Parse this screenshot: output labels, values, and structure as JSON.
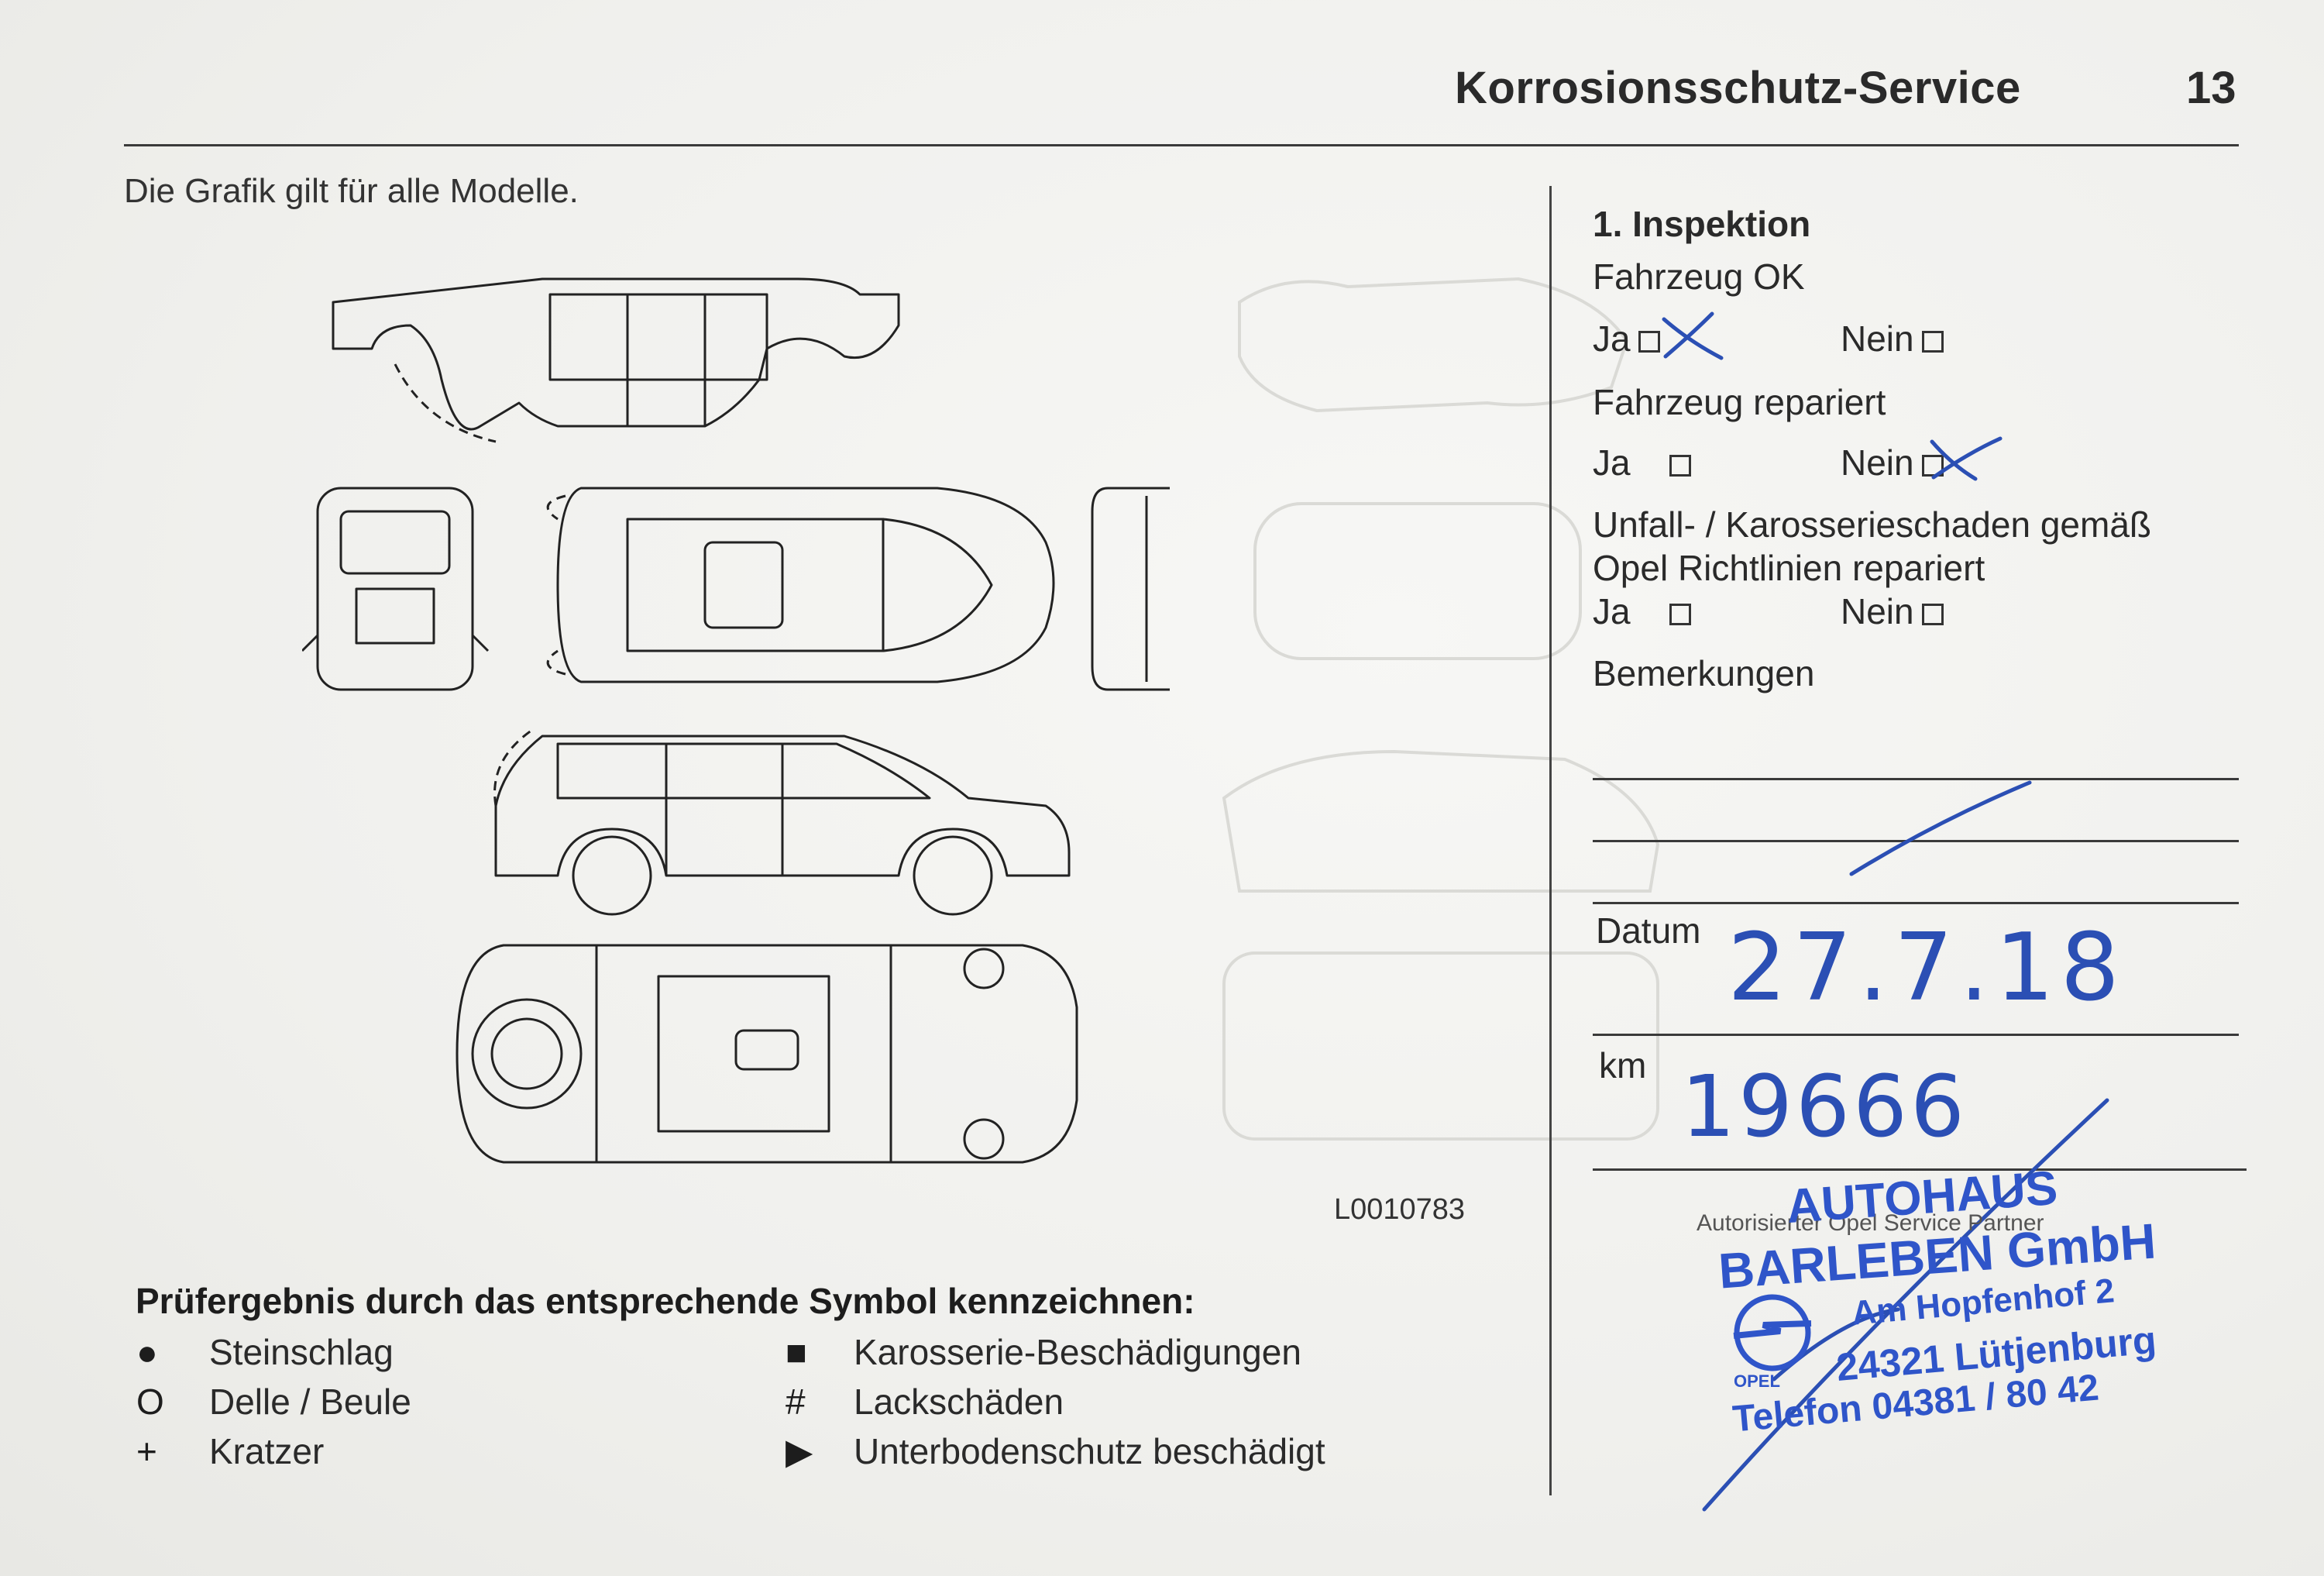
{
  "header": {
    "title": "Korrosionsschutz-Service",
    "page_number": "13"
  },
  "intro": "Die Grafik gilt für alle Modelle.",
  "drawing": {
    "code": "L0010783"
  },
  "inspection": {
    "title": "1. Inspektion",
    "fahrzeug_ok": {
      "label": "Fahrzeug OK",
      "ja": "Ja",
      "nein": "Nein",
      "checked": "ja"
    },
    "fahrzeug_repariert": {
      "label": "Fahrzeug repariert",
      "ja": "Ja",
      "nein": "Nein",
      "checked": "nein"
    },
    "unfall": {
      "label_line1": "Unfall- / Karosserieschaden gemäß",
      "label_line2": "Opel Richtlinien repariert",
      "ja": "Ja",
      "nein": "Nein"
    },
    "bemerkungen": "Bemerkungen",
    "datum_label": "Datum",
    "datum_value": "27.7.18",
    "km_label": "km",
    "km_value": "19666"
  },
  "stamp": {
    "line1": "Autorisierter Opel Service Partner",
    "line2": "AUTOHAUS",
    "line3": "BARLEBEN GmbH",
    "line4": "Am Hopfenhof 2",
    "line5": "24321 Lütjenburg",
    "line6": "Telefon 04381 / 80 42",
    "brand": "OPEL"
  },
  "legend": {
    "title": "Prüfergebnis durch das entsprechende Symbol kennzeichnen:",
    "items": [
      {
        "symbol": "●",
        "label": "Steinschlag"
      },
      {
        "symbol": "O",
        "label": "Delle / Beule"
      },
      {
        "symbol": "+",
        "label": "Kratzer"
      },
      {
        "symbol": "■",
        "label": "Karosserie-Beschädigungen"
      },
      {
        "symbol": "#",
        "label": "Lackschäden"
      },
      {
        "symbol": "▶",
        "label": "Unterbodenschutz beschädigt"
      }
    ]
  },
  "colors": {
    "ink": "#2b4fb4",
    "stamp": "#2f55c9",
    "text": "#2a2a2a"
  }
}
